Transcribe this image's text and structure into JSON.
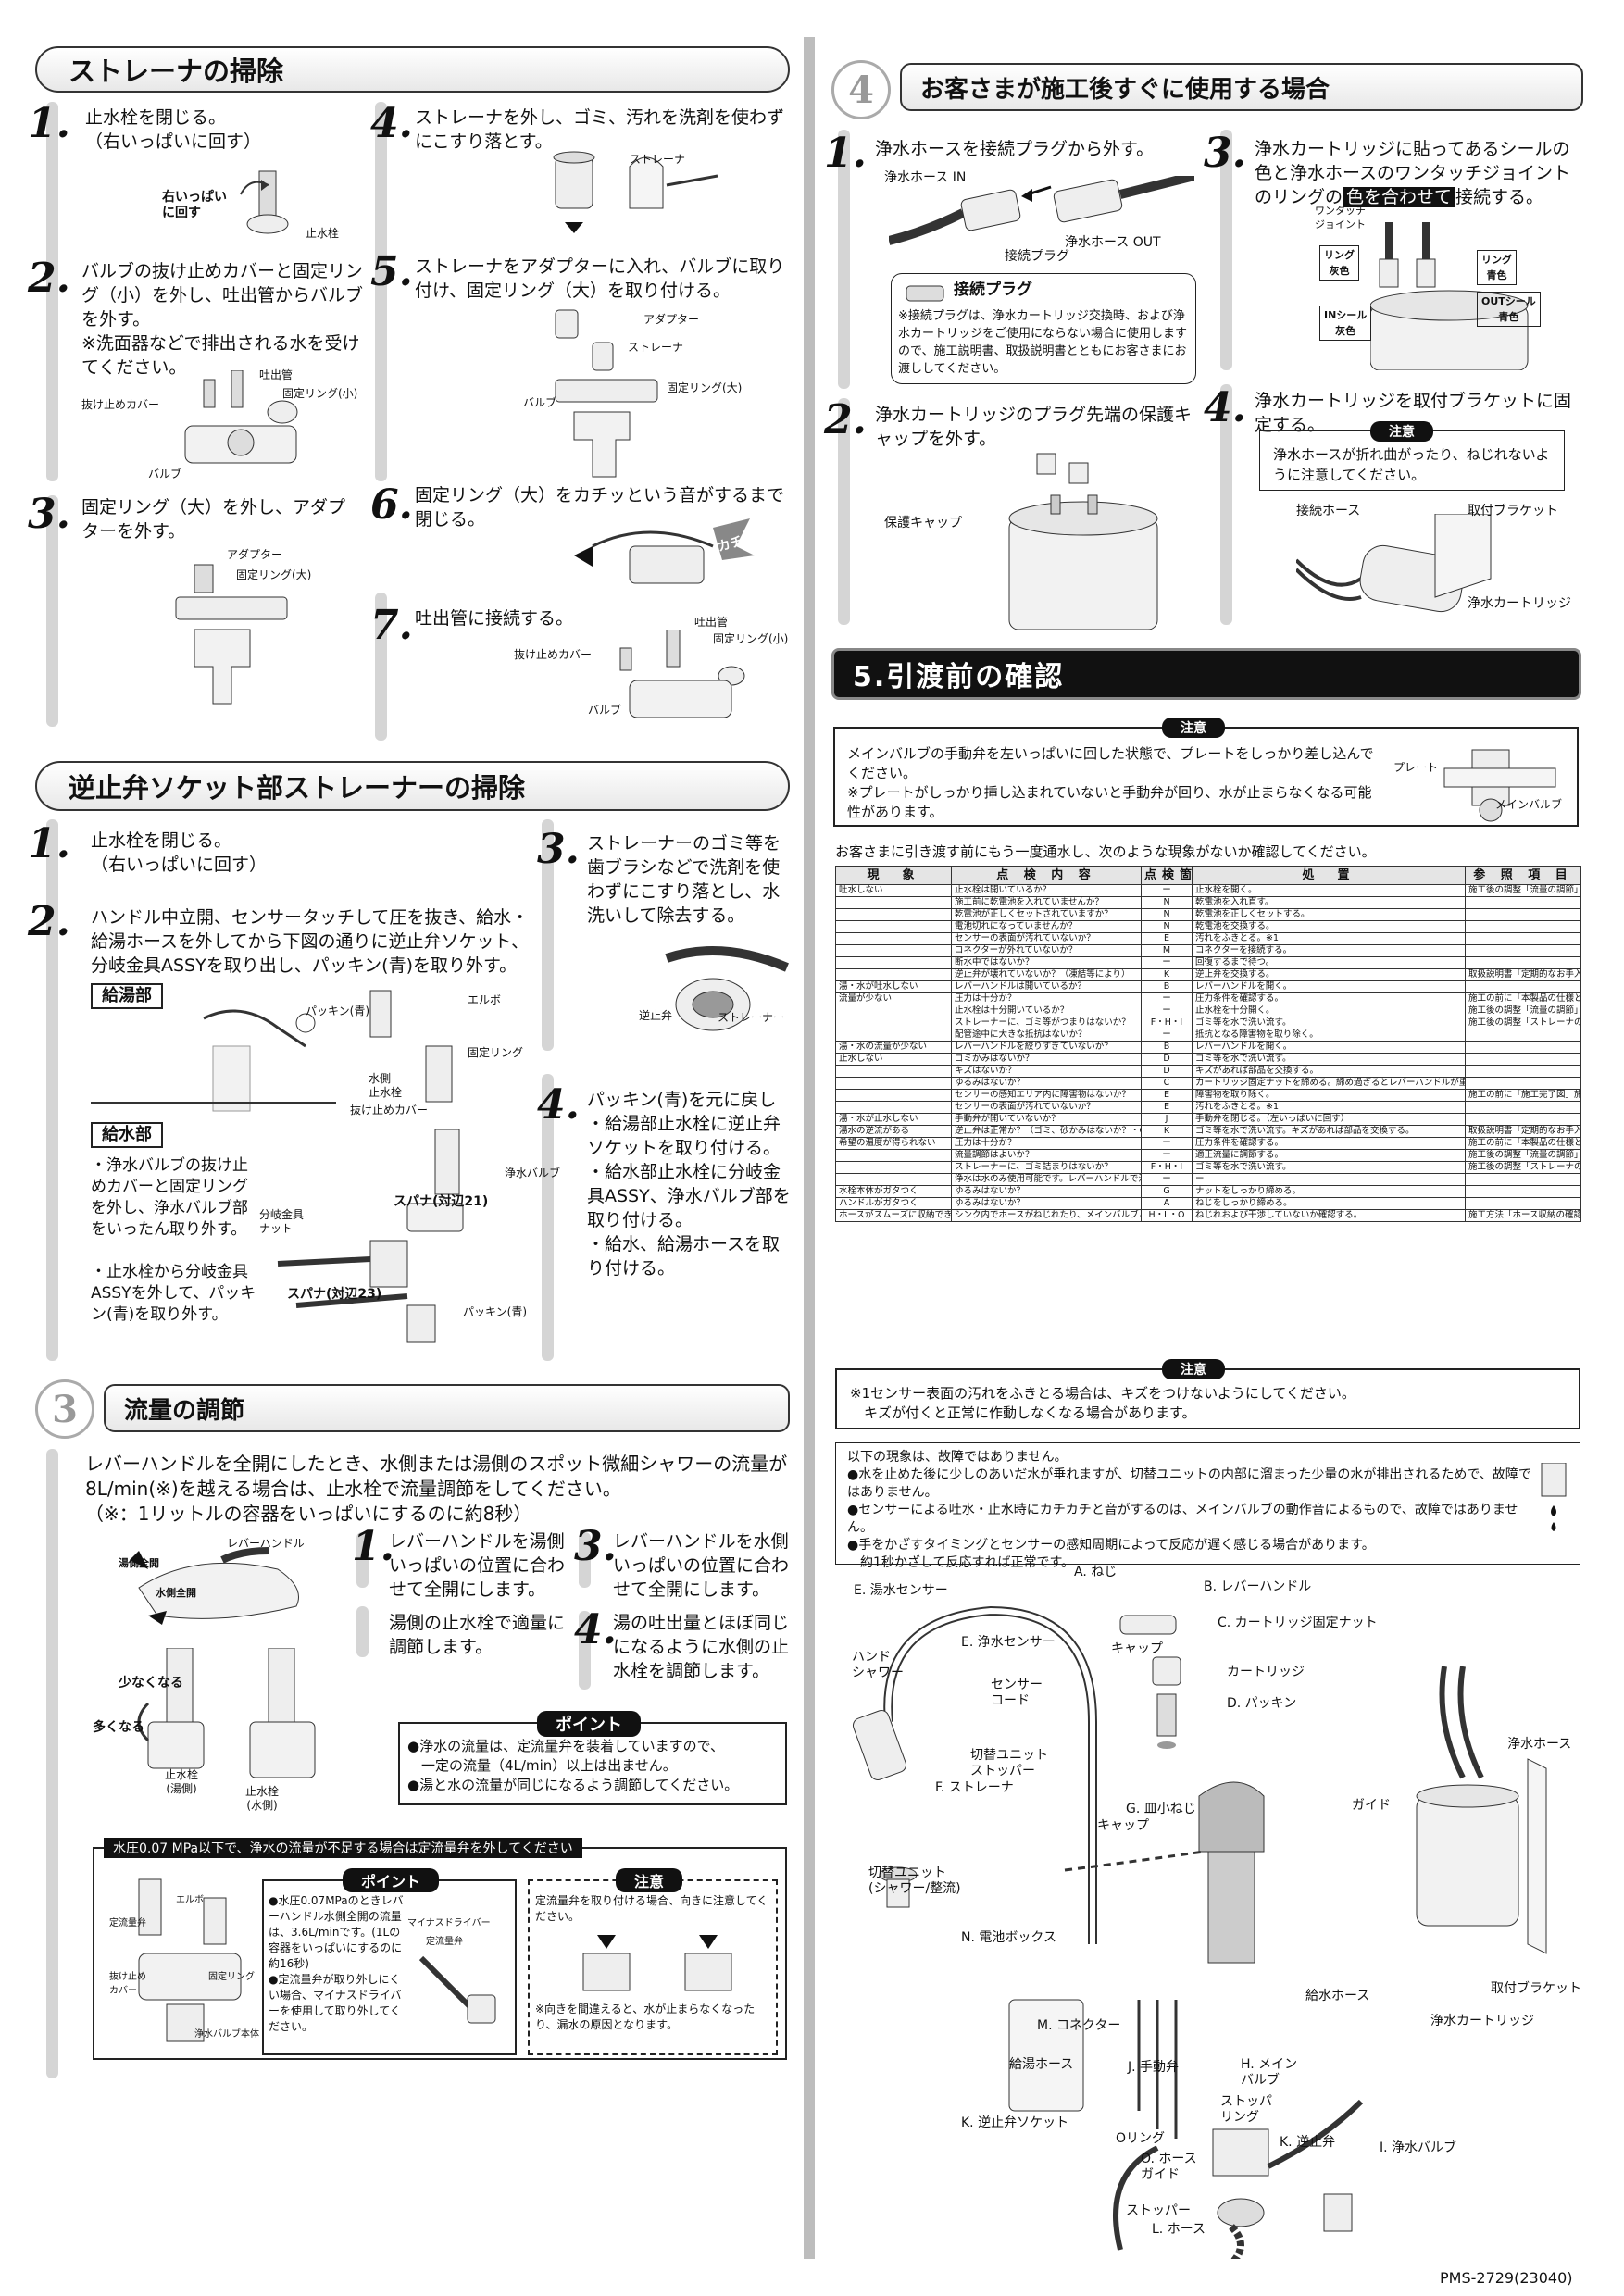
{
  "left": {
    "strainer": {
      "title": "ストレーナの掃除",
      "steps": [
        {
          "num": "1.",
          "text": "止水栓を閉じる。\n（右いっぱいに回す）"
        },
        {
          "num": "2.",
          "text": "バルブの抜け止めカバーと固定リング（小）を外し、吐出管からバルブを外す。\n※洗面器などで排出される水を受けてください。"
        },
        {
          "num": "3.",
          "text": "固定リング（大）を外し、アダプターを外す。"
        },
        {
          "num": "4.",
          "text": "ストレーナを外し、ゴミ、汚れを洗剤を使わずにこすり落とす。"
        },
        {
          "num": "5.",
          "text": "ストレーナをアダプターに入れ、バルブに取り付け、固定リング（大）を取り付ける。"
        },
        {
          "num": "6.",
          "text": "固定リング（大）をカチッという音がするまで閉じる。"
        },
        {
          "num": "7.",
          "text": "吐出管に接続する。"
        }
      ],
      "labels": {
        "turn_right": "右いっぱい\nに回す",
        "shut_valve": "止水栓",
        "strainer": "ストレーナ",
        "outlet": "吐出管",
        "cover": "抜け止めカバー",
        "ring_small": "固定リング(小)",
        "valve": "バルブ",
        "adapter": "アダプター",
        "ring_large": "固定リング(大)",
        "click": "カチ"
      }
    },
    "check_valve": {
      "title": "逆止弁ソケット部ストレーナーの掃除",
      "step1": {
        "num": "1.",
        "text": "止水栓を閉じる。\n（右いっぱいに回す）"
      },
      "step2": {
        "num": "2.",
        "text": "ハンドル中立開、センサータッチして圧を抜き、給水・給湯ホースを外してから下図の通りに逆止弁ソケット、分岐金具ASSYを取り出し、パッキン(青)を取り外す。"
      },
      "step3": {
        "num": "3.",
        "text": "ストレーナーのゴミ等を歯ブラシなどで洗剤を使わずにこすり落とし、水洗いして除去する。"
      },
      "step4": {
        "num": "4.",
        "text": "パッキン(青)を元に戻し\n・給湯部止水栓に逆止弁ソケットを取り付ける。\n・給水部止水栓に分岐金具ASSY、浄水バルブ部を取り付ける。\n・給水、給湯ホースを取り付ける。"
      },
      "hot_label": "給湯部",
      "cold_label": "給水部",
      "cold_text": "・浄水バルブの抜け止めカバーと固定リングを外し、浄水バルブ部をいったん取り外す。\n\n・止水栓から分岐金具ASSYを外して、パッキン(青)を取り外す。",
      "labels": {
        "packing": "パッキン(青)",
        "elbow": "エルボ",
        "fix_ring": "固定リング",
        "water_stop": "水側\n止水栓",
        "cover": "抜け止めカバー",
        "pure_valve": "浄水バルブ",
        "spanner21": "スパナ(対辺21)",
        "spanner23": "スパナ(対辺23)",
        "branch": "分岐金具\nナット",
        "checkvalve": "逆止弁",
        "strainer2": "ストレーナー"
      }
    },
    "flow": {
      "circle": "3",
      "title": "流量の調節",
      "intro": "レバーハンドルを全開にしたとき、水側または湯側のスポット微細シャワーの流量が8L/min(※)を越える場合は、止水栓で流量調節をしてください。\n（※：1リットルの容器をいっぱいにするのに約8秒）",
      "steps": [
        {
          "num": "1.",
          "text": "レバーハンドルを湯側いっぱいの位置に合わせて全開にします。"
        },
        {
          "num": "",
          "text": "湯側の止水栓で適量に調節します。"
        },
        {
          "num": "3.",
          "text": "レバーハンドルを水側いっぱいの位置に合わせて全開にします。"
        },
        {
          "num": "4.",
          "text": "湯の吐出量とほぼ同じになるように水側の止水栓を調節します。"
        }
      ],
      "labels": {
        "lever": "レバーハンドル",
        "hot_full": "湯側全開",
        "cold_full": "水側全開",
        "less": "少なくなる",
        "more": "多くなる",
        "hot_stop": "止水栓\n(湯側)",
        "cold_stop": "止水栓\n(水側)"
      },
      "point_tag": "ポイント",
      "point_text": "●浄水の流量は、定流量弁を装着していますので、\n　一定の流量（4L/min）以上は出ません。\n●湯と水の流量が同じになるよう調節してください。",
      "low_title": "水圧0.07 MPa以下で、浄水の流量が不足する場合は定流量弁を外してください",
      "low_point_tag": "ポイント",
      "low_point_text": "●水圧0.07MPaのときレバーハンドル水側全開の流量は、3.6L/minです。(1Lの容器をいっぱいにするのに約16秒)\n●定流量弁が取り外しにくい場合、マイナスドライバーを使用して取り外してください。",
      "low_caution_tag": "注意",
      "low_caution_text": "定流量弁を取り付ける場合、向きに注意してください。",
      "low_caution_note": "※向きを間違えると、水が止まらなくなったり、漏水の原因となります。",
      "low_labels": {
        "elbow": "エルボ",
        "const_valve": "定流量弁",
        "cover": "抜け止め\nカバー",
        "fix_ring": "固定リング",
        "valve_body": "浄水バルブ本体",
        "driver": "マイナスドライバー",
        "const_valve2": "定流量弁"
      }
    }
  },
  "right": {
    "use": {
      "circle": "4",
      "title": "お客さまが施工後すぐに使用する場合",
      "steps": [
        {
          "num": "1.",
          "text": "浄水ホースを接続プラグから外す。"
        },
        {
          "num": "2.",
          "text": "浄水カートリッジのプラグ先端の保護キャップを外す。"
        },
        {
          "num": "3.",
          "text": "浄水カートリッジに貼ってあるシールの色と浄水ホースのワンタッチジョイントのリングの"
        },
        {
          "num": "4.",
          "text": "浄水カートリッジを取付ブラケットに固定する。"
        }
      ],
      "step3_highlight": "色を合わせて",
      "step3_tail": "接続する。",
      "plug_title": "接続プラグ",
      "plug_note": "※接続プラグは、浄水カートリッジ交換時、および浄水カートリッジをご使用にならない場合に使用しますので、施工説明書、取扱説明書とともにお客さまにお渡ししてください。",
      "caution_tag": "注意",
      "caution_text": "浄水ホースが折れ曲がったり、ねじれないように注意してください。",
      "labels": {
        "hose_in": "浄水ホース IN",
        "hose_out": "浄水ホース OUT",
        "plug": "接続プラグ",
        "cap": "保護キャップ",
        "onetouch": "ワンタッチ\nジョイント",
        "ring_gray": "リング\n灰色",
        "ring_blue": "リング\n青色",
        "in_seal": "INシール\n灰色",
        "out_seal": "OUTシール\n青色",
        "conn_hose": "接続ホース",
        "bracket": "取付ブラケット",
        "cartridge": "浄水カートリッジ"
      }
    },
    "confirm": {
      "title": "5.引渡前の確認",
      "caution_tag": "注意",
      "caution_text": "メインバルブの手動弁を左いっぱいに回した状態で、プレートをしっかり差し込んでください。\n※プレートがしっかり挿し込まれていないと手動弁が回り、水が止まらなくなる可能性があります。",
      "caution_labels": {
        "plate": "プレート",
        "main_valve": "メインバルブ"
      },
      "intro": "お客さまに引き渡す前にもう一度通水し、次のような現象がないか確認してください。",
      "headers": [
        "現　象",
        "点 検 内 容",
        "点検箇所",
        "処　置",
        "参 照 項 目"
      ],
      "rows": [
        [
          "吐水しない",
          "止水栓は開いているか？",
          "ー",
          "止水栓を開く。",
          "施工後の調整「流量の調節」"
        ],
        [
          "",
          "施工前に乾電池を入れていませんか？",
          "N",
          "乾電池を入れ直す。",
          ""
        ],
        [
          "",
          "乾電池が正しくセットされていますか？",
          "N",
          "乾電池を正しくセットする。",
          ""
        ],
        [
          "",
          "電池切れになっていませんか？",
          "N",
          "乾電池を交換する。",
          ""
        ],
        [
          "",
          "センサーの表面が汚れていないか？",
          "E",
          "汚れをふきとる。※1",
          ""
        ],
        [
          "",
          "コネクターが外れていないか？",
          "M",
          "コネクターを接続する。",
          ""
        ],
        [
          "",
          "断水中ではないか？",
          "ー",
          "回復するまで待つ。",
          ""
        ],
        [
          "",
          "逆止弁が壊れていないか？（凍結等により）",
          "K",
          "逆止弁を交換する。",
          "取扱説明書「定期的なお手入れ」"
        ],
        [
          "湯・水が吐水しない",
          "レバーハンドルは開いているか？",
          "B",
          "レバーハンドルを開く。",
          ""
        ],
        [
          "流量が少ない",
          "圧力は十分か？",
          "ー",
          "圧力条件を確認する。",
          "施工の前に「本製品の仕様と条件」"
        ],
        [
          "",
          "止水栓は十分開いているか？",
          "ー",
          "止水栓を十分開く。",
          "施工後の調整「流量の調節」"
        ],
        [
          "",
          "ストレーナーに、ゴミ等がつまりはないか？",
          "F・H・I",
          "ゴミ等を水で洗い流す。",
          "施工後の調整「ストレーナの掃除」"
        ],
        [
          "",
          "配管途中に大きな抵抗はないか？",
          "ー",
          "抵抗となる障害物を取り除く。",
          ""
        ],
        [
          "湯・水の流量が少ない",
          "レバーハンドルを絞りすぎていないか？",
          "B",
          "レバーハンドルを開く。",
          ""
        ],
        [
          "止水しない",
          "ゴミかみはないか？",
          "D",
          "ゴミ等を水で洗い流す。",
          ""
        ],
        [
          "",
          "キズはないか？",
          "D",
          "キズがあれば部品を交換する。",
          ""
        ],
        [
          "",
          "ゆるみはないか？",
          "C",
          "カートリッジ固定ナットを締める。締め過ぎるとレバーハンドルが重くなることがあります。",
          ""
        ],
        [
          "",
          "センサーの感知エリア内に障害物はないか？",
          "E",
          "障害物を取り除く。",
          "施工の前に「施工完了図」施工後の調整「作動確認」"
        ],
        [
          "",
          "センサーの表面が汚れていないか？",
          "E",
          "汚れをふきとる。※1",
          ""
        ],
        [
          "湯・水が止水しない",
          "手動弁が開いていないか？",
          "J",
          "手動弁を閉じる。（左いっぱいに回す）",
          ""
        ],
        [
          "湯水の逆流がある",
          "逆止弁は正常か？（ゴミ、砂かみはないか？・Oリングにキズはないか？）",
          "K",
          "ゴミ等を水で洗い流す。キズがあれば部品を交換する。",
          "取扱説明書「定期的なお手入れ」"
        ],
        [
          "希望の温度が得られない",
          "圧力は十分か？",
          "ー",
          "圧力条件を確認する。",
          "施工の前に「本製品の仕様と条件」"
        ],
        [
          "",
          "流量調節はよいか？",
          "ー",
          "適正流量に調節する。",
          "施工後の調整「流量の調節」"
        ],
        [
          "",
          "ストレーナーに、ゴミ詰まりはないか？",
          "F・H・I",
          "ゴミ等を水で洗い流す。",
          "施工後の調整「ストレーナの掃除」"
        ],
        [
          "",
          "浄水は水のみ使用可能です。レバーハンドルで浄水の温度は調節できません。",
          "ー",
          "ー",
          ""
        ],
        [
          "水栓本体がガタつく",
          "ゆるみはないか？",
          "G",
          "ナットをしっかり締める。",
          ""
        ],
        [
          "ハンドルがガタつく",
          "ゆるみはないか？",
          "A",
          "ねじをしっかり締める。",
          ""
        ],
        [
          "ホースがスムーズに収納できない",
          "シンク内でホースがねじれたり、メインバルブと干渉していないか？",
          "H・L・O",
          "ねじれおよび干渉していないか確認する。",
          "施工方法「ホース収納の確認」"
        ]
      ],
      "note_tag": "注意",
      "note_text": "※1センサー表面の汚れをふきとる場合は、キズをつけないようにしてください。\n　キズが付くと正常に作動しなくなる場合があります。",
      "info_text": "以下の現象は、故障ではありません。\n●水を止めた後に少しのあいだ水が垂れますが、切替ユニットの内部に溜まった少量の水が排出されるためで、故障ではありません。\n●センサーによる吐水・止水時にカチカチと音がするのは、メインバルブの動作音によるもので、故障ではありません。\n●手をかざすタイミングとセンサーの感知周期によって反応が遅く感じる場合があります。\n　約1秒かざして反応すれば正常です。"
    },
    "parts": {
      "labels": [
        "E. 湯水センサー",
        "A. ねじ",
        "B. レバーハンドル",
        "C. カートリッジ固定ナット",
        "キャップ",
        "カートリッジ",
        "D. パッキン",
        "E. 浄水センサー",
        "ハンド\nシャワー",
        "センサー\nコード",
        "切替ユニット\nストッパー",
        "F. ストレーナ",
        "G. 皿小ねじ",
        "キャップ",
        "切替ユニット\n(シャワー/整流)",
        "N. 電池ボックス",
        "浄水ホース",
        "ガイド",
        "取付ブラケット",
        "浄水カートリッジ",
        "給水ホース",
        "M. コネクター",
        "給湯ホース",
        "J. 手動弁",
        "H. メイン\nバルブ",
        "ストッパ\nリング",
        "K. 逆止弁ソケット",
        "Oリング",
        "K. 逆止弁",
        "I. 浄水バルブ",
        "O. ホース\nガイド",
        "ストッパー",
        "L. ホース"
      ]
    },
    "doc_code": "PMS-2729(23040)"
  }
}
